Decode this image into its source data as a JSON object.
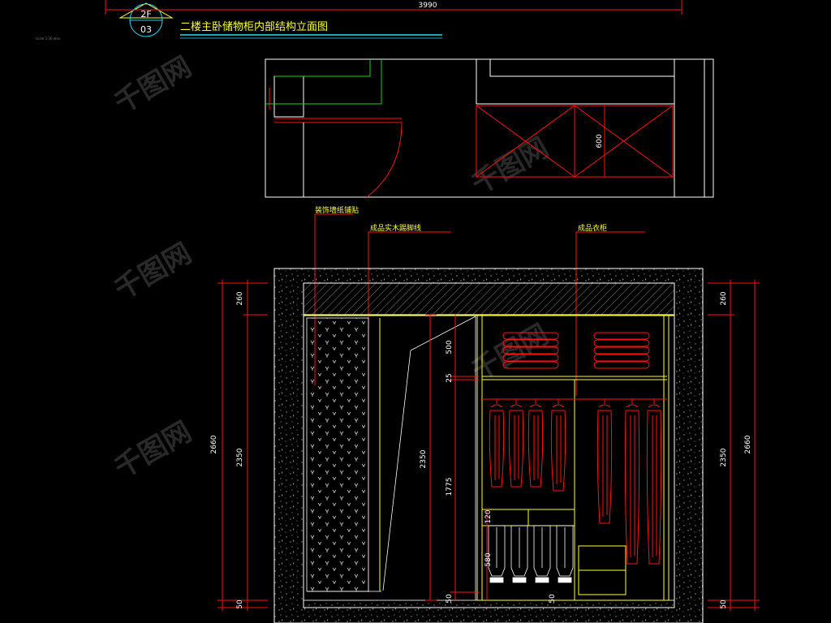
{
  "title_block": {
    "floor": "2F",
    "sheet": "03",
    "title": "二楼主卧储物柜内部结构立面图",
    "small_note": "scale 1:30 elev."
  },
  "plan": {
    "dim_top": "3990",
    "dim_600": "600"
  },
  "callouts": {
    "left": "装饰墙纸铺贴",
    "middle": "成品实木踢脚线",
    "right": "成品衣柜"
  },
  "dims": {
    "left_260": "260",
    "left_2660": "2660",
    "left_2350": "2350",
    "left_50": "50",
    "right_260": "260",
    "right_2350": "2350",
    "right_2660": "2660",
    "right_50": "50",
    "door_2350": "2350",
    "d_500": "500",
    "d_25": "25",
    "d_1775": "1775",
    "d_50_a": "50",
    "d_120": "120",
    "d_580": "580",
    "d_50_b": "50"
  },
  "watermark": "千图网",
  "colors": {
    "white": "#ffffff",
    "red": "#ff1010",
    "yellow": "#ffff33",
    "green": "#22cc22",
    "cyan": "#22ddee",
    "gray": "#9a9a9a"
  }
}
